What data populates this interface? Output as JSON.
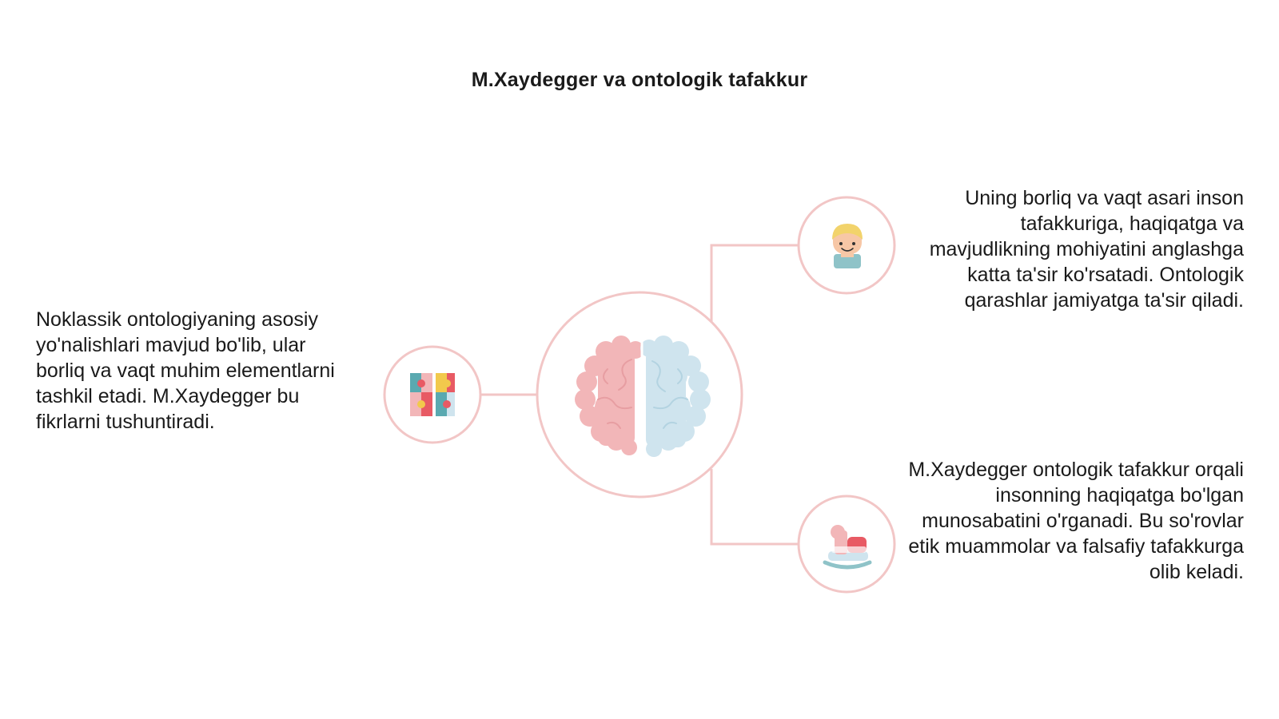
{
  "title": "M.Xaydegger va ontologik tafakkur",
  "colors": {
    "connector": "#f2c6c6",
    "brain_left": "#f2b6b8",
    "brain_right": "#cfe4ee",
    "accent_red": "#e85a64",
    "accent_teal": "#5aa9b0",
    "accent_yellow": "#f2c94c"
  },
  "nodes": {
    "left": {
      "icon": "puzzle-icon",
      "text": "Noklassik ontologiyaning asosiy yo'nalishlari mavjud bo'lib, ular borliq va vaqt muhim elementlarni tashkil etadi. M.Xaydegger bu fikrlarni tushuntiradi."
    },
    "center": {
      "icon": "brain-icon"
    },
    "right_top": {
      "icon": "person-icon",
      "text": "Uning borliq va vaqt asari inson tafakkuriga, haqiqatga va mavjudlikning mohiyatini anglashga katta ta'sir ko'rsatadi. Ontologik qarashlar jamiyatga ta'sir qiladi."
    },
    "right_bottom": {
      "icon": "rocking-horse-icon",
      "text": "M.Xaydegger ontologik tafakkur orqali insonning haqiqatga bo'lgan munosabatini o'rganadi. Bu so'rovlar etik muammolar va falsafiy tafakkurga olib keladi."
    }
  }
}
